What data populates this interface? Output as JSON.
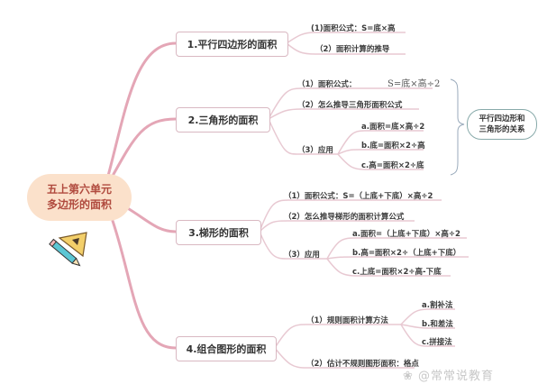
{
  "root": {
    "line1": "五上第六单元",
    "line2": "多边形的面积"
  },
  "topics": [
    {
      "label": "1.平行四边形的面积",
      "children": [
        {
          "label": "(1)面积公式：S=底×高"
        },
        {
          "label": "（2）面积计算的推导"
        }
      ]
    },
    {
      "label": "2.三角形的面积",
      "children": [
        {
          "label": "（1）面积公式：",
          "formula": "S=底×高÷2"
        },
        {
          "label": "（2）怎么推导三角形面积公式"
        },
        {
          "label": "（3）应用",
          "children": [
            {
              "label": "a.面积=底×高÷2"
            },
            {
              "label": "b.底=面积×2÷高"
            },
            {
              "label": "c.高=面积×2÷底"
            }
          ]
        }
      ]
    },
    {
      "label": "3.梯形的面积",
      "children": [
        {
          "label": "（1）面积公式：S=（上底+下底）×高÷2"
        },
        {
          "label": "（2）怎么推导梯形的面积计算公式"
        },
        {
          "label": "（3）应用",
          "children": [
            {
              "label": "a.面积=（上底+下底）×高÷2"
            },
            {
              "label": "b.高=面积×2÷（上底+下底）"
            },
            {
              "label": "c.上底=面积×2÷高-下底"
            }
          ]
        }
      ]
    },
    {
      "label": "4.组合图形的面积",
      "children": [
        {
          "label": "（1）规则面积计算方法",
          "children": [
            {
              "label": "a.割补法"
            },
            {
              "label": "b.和差法"
            },
            {
              "label": "c.拼接法"
            }
          ]
        },
        {
          "label": "（2）估计不规则图形面积：格点"
        }
      ]
    }
  ],
  "relationship_note": {
    "line1": "平行四边形和",
    "line2": "三角形的关系"
  },
  "watermark": "@常常说教育",
  "colors": {
    "root_bg": "#fbe1cb",
    "root_text": "#b04a3e",
    "branch_line": "#e4a6b6",
    "topic_border": "#d9b8c2",
    "leaf_line": "#e8c9d2"
  }
}
